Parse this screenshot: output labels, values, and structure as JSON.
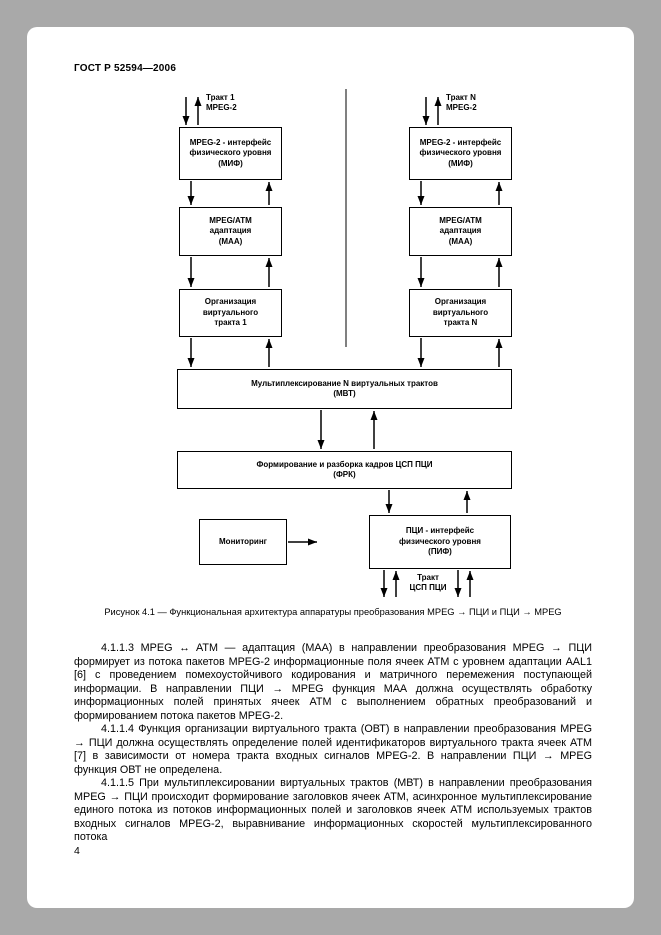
{
  "header": {
    "doc_number": "ГОСТ Р 52594—2006"
  },
  "diagram": {
    "track1_label": "Тракт 1\nMPEG-2",
    "trackN_label": "Тракт N\nMPEG-2",
    "mif_left": "MPEG-2 - интерфейс\nфизического уровня\n(МИФ)",
    "mif_right": "MPEG-2 - интерфейс\nфизического уровня\n(МИФ)",
    "maa_left": "MPEG/ATM\nадаптация\n(МАА)",
    "maa_right": "MPEG/ATM\nадаптация\n(МАА)",
    "ovt_left": "Организация\nвиртуального\nтракта 1",
    "ovt_right": "Организация\nвиртуального\nтракта N",
    "mvt": "Мультиплексирование N виртуальных трактов\n(МВТ)",
    "frk": "Формирование и разборка кадров ЦСП ПЦИ\n(ФРК)",
    "monitoring": "Мониторинг",
    "pif": "ПЦИ - интерфейс\nфизического уровня\n(ПИФ)",
    "bottom_label": "Тракт\nЦСП ПЦИ",
    "caption": "Рисунок 4.1 — Функциональная архитектура аппаратуры преобразования MPEG → ПЦИ и ПЦИ → MPEG"
  },
  "body": {
    "p1": "4.1.1.3 MPEG ↔ ATM — адаптация (МАА) в направлении преобразования MPEG → ПЦИ формирует из потока пакетов MPEG-2 информационные поля ячеек ATM с уровнем адаптации AAL1 [6] с проведением помехоустойчивого кодирования и матричного перемежения поступающей информации. В направлении ПЦИ → MPEG функция МАА должна осуществлять обработку информационных полей принятых ячеек ATM с выполнением обратных преобразований и формированием потока пакетов MPEG-2.",
    "p2": "4.1.1.4 Функция организации виртуального тракта (ОВТ) в направлении преобразования MPEG → ПЦИ должна осуществлять определение полей идентификаторов виртуального тракта ячеек ATM [7] в зависимости от номера тракта входных сигналов MPEG-2. В направлении ПЦИ → MPEG функция ОВТ не определена.",
    "p3": "4.1.1.5 При мультиплексировании виртуальных трактов (МВТ) в направлении преобразования MPEG → ПЦИ происходит формирование заголовков ячеек ATM, асинхронное мультиплексирование единого потока из потоков информационных полей и заголовков ячеек ATM используемых трактов входных сигналов MPEG-2, выравнивание информационных скоростей мультиплексированного потока"
  },
  "footer": {
    "page_number": "4"
  }
}
